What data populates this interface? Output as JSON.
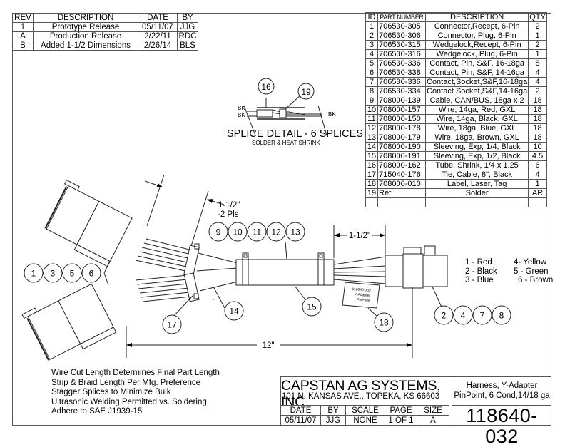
{
  "revision_block": {
    "headers": [
      "REV",
      "DESCRIPTION",
      "DATE",
      "BY"
    ],
    "rows": [
      {
        "rev": "1",
        "description": "Prototype Release",
        "date": "05/11/07",
        "by": "JJG"
      },
      {
        "rev": "A",
        "description": "Production Release",
        "date": "2/22/11",
        "by": "RDC"
      },
      {
        "rev": "B",
        "description": "Added 1-1/2 Dimensions",
        "date": "2/26/14",
        "by": "BLS"
      }
    ]
  },
  "parts_list": {
    "headers": [
      "ID",
      "PART NUMBER",
      "DESCRIPTION",
      "QTY"
    ],
    "rows": [
      {
        "id": "1",
        "part_number": "706530-305",
        "description": "Connector,Recept, 6-Pin",
        "qty": "2"
      },
      {
        "id": "2",
        "part_number": "706530-306",
        "description": "Connector, Plug, 6-Pin",
        "qty": "1"
      },
      {
        "id": "3",
        "part_number": "706530-315",
        "description": "Wedgelock,Recept, 6-Pin",
        "qty": "2"
      },
      {
        "id": "4",
        "part_number": "706530-316",
        "description": "Wedgelock, Plug, 6-Pin",
        "qty": "1"
      },
      {
        "id": "5",
        "part_number": "706530-336",
        "description": "Contact, Pin, S&F, 16-18ga",
        "qty": "8"
      },
      {
        "id": "6",
        "part_number": "706530-338",
        "description": "Contact, Pin, S&F, 14-16ga",
        "qty": "4"
      },
      {
        "id": "7",
        "part_number": "706530-336",
        "description": "Contact,Socket,S&F,16-18ga",
        "qty": "4"
      },
      {
        "id": "8",
        "part_number": "706530-334",
        "description": "Contact Socket,S&F,14-16ga",
        "qty": "2"
      },
      {
        "id": "9",
        "part_number": "708000-139",
        "description": "Cable, CAN/BUS, 18ga x 2",
        "qty": "18"
      },
      {
        "id": "10",
        "part_number": "708000-157",
        "description": "Wire, 14ga, Red, GXL",
        "qty": "18"
      },
      {
        "id": "11",
        "part_number": "708000-150",
        "description": "Wire, 14ga, Black, GXL",
        "qty": "18"
      },
      {
        "id": "12",
        "part_number": "708000-178",
        "description": "Wire, 18ga, Blue, GXL",
        "qty": "18"
      },
      {
        "id": "13",
        "part_number": "708000-179",
        "description": "Wire, 18ga, Brown, GXL",
        "qty": "18"
      },
      {
        "id": "14",
        "part_number": "708000-190",
        "description": "Sleeving, Exp, 1/4, Black",
        "qty": "10"
      },
      {
        "id": "15",
        "part_number": "708000-191",
        "description": "Sleeving, Exp, 1/2, Black",
        "qty": "4.5"
      },
      {
        "id": "16",
        "part_number": "708000-162",
        "description": "Tube, Shrink, 1/4 x 1.25",
        "qty": "6"
      },
      {
        "id": "17",
        "part_number": "715040-176",
        "description": "Tie, Cable, 8\", Black",
        "qty": "4"
      },
      {
        "id": "18",
        "part_number": "708000-010",
        "description": "Label, Laser, Tag",
        "qty": "1"
      },
      {
        "id": "19",
        "part_number": "Ref.",
        "description": "Solder",
        "qty": "AR"
      }
    ]
  },
  "splice_detail": {
    "title": "SPLICE DETAIL - 6 SPLICES",
    "subtitle": "SOLDER & HEAT SHRINK",
    "wire_labels": [
      "BK",
      "BK",
      "BK"
    ],
    "balloons": [
      "16",
      "19"
    ]
  },
  "dimensions": {
    "breakout_offset": "1-1/2\"",
    "breakout_note": "-2 Pls",
    "right_offset": "1-1/2\"",
    "overall_length": "12\""
  },
  "balloons": {
    "left_connector": [
      "1",
      "3",
      "5",
      "6"
    ],
    "wires": [
      "9",
      "10",
      "11",
      "12",
      "13"
    ],
    "right_connector": [
      "2",
      "4",
      "7",
      "8"
    ],
    "sleeving_small": "14",
    "sleeving_large": "15",
    "cable_tie": "17",
    "label_tag": "18"
  },
  "label_tag_text": [
    "118640-032",
    "Y-Adapter",
    "PinPoint"
  ],
  "color_legend": [
    {
      "left": "1 - Red",
      "right": "4- Yellow"
    },
    {
      "left": "2 - Black",
      "right": "5 - Green"
    },
    {
      "left": "3 - Blue",
      "right": "6 - Brown"
    }
  ],
  "notes": [
    "Wire Cut Length Determines Final Part Length",
    "Strip & Braid Length Per Mfg. Preference",
    "Stagger Splices to Minimize Bulk",
    "Ultrasonic Welding Permitted vs. Soldering",
    "Adhere to SAE J1939-15"
  ],
  "title_block": {
    "company": "CAPSTAN AG SYSTEMS, INC.",
    "address": "101 N. KANSAS AVE., TOPEKA, KS 66603",
    "description_line1": "Harness, Y-Adapter",
    "description_line2": "PinPoint, 6 Cond,14/18 ga",
    "fields_headers": [
      "DATE",
      "BY",
      "SCALE",
      "PAGE",
      "SIZE"
    ],
    "fields_values": [
      "05/11/07",
      "JJG",
      "NONE",
      "1 OF 1",
      "A"
    ],
    "drawing_number": "118640-032"
  }
}
